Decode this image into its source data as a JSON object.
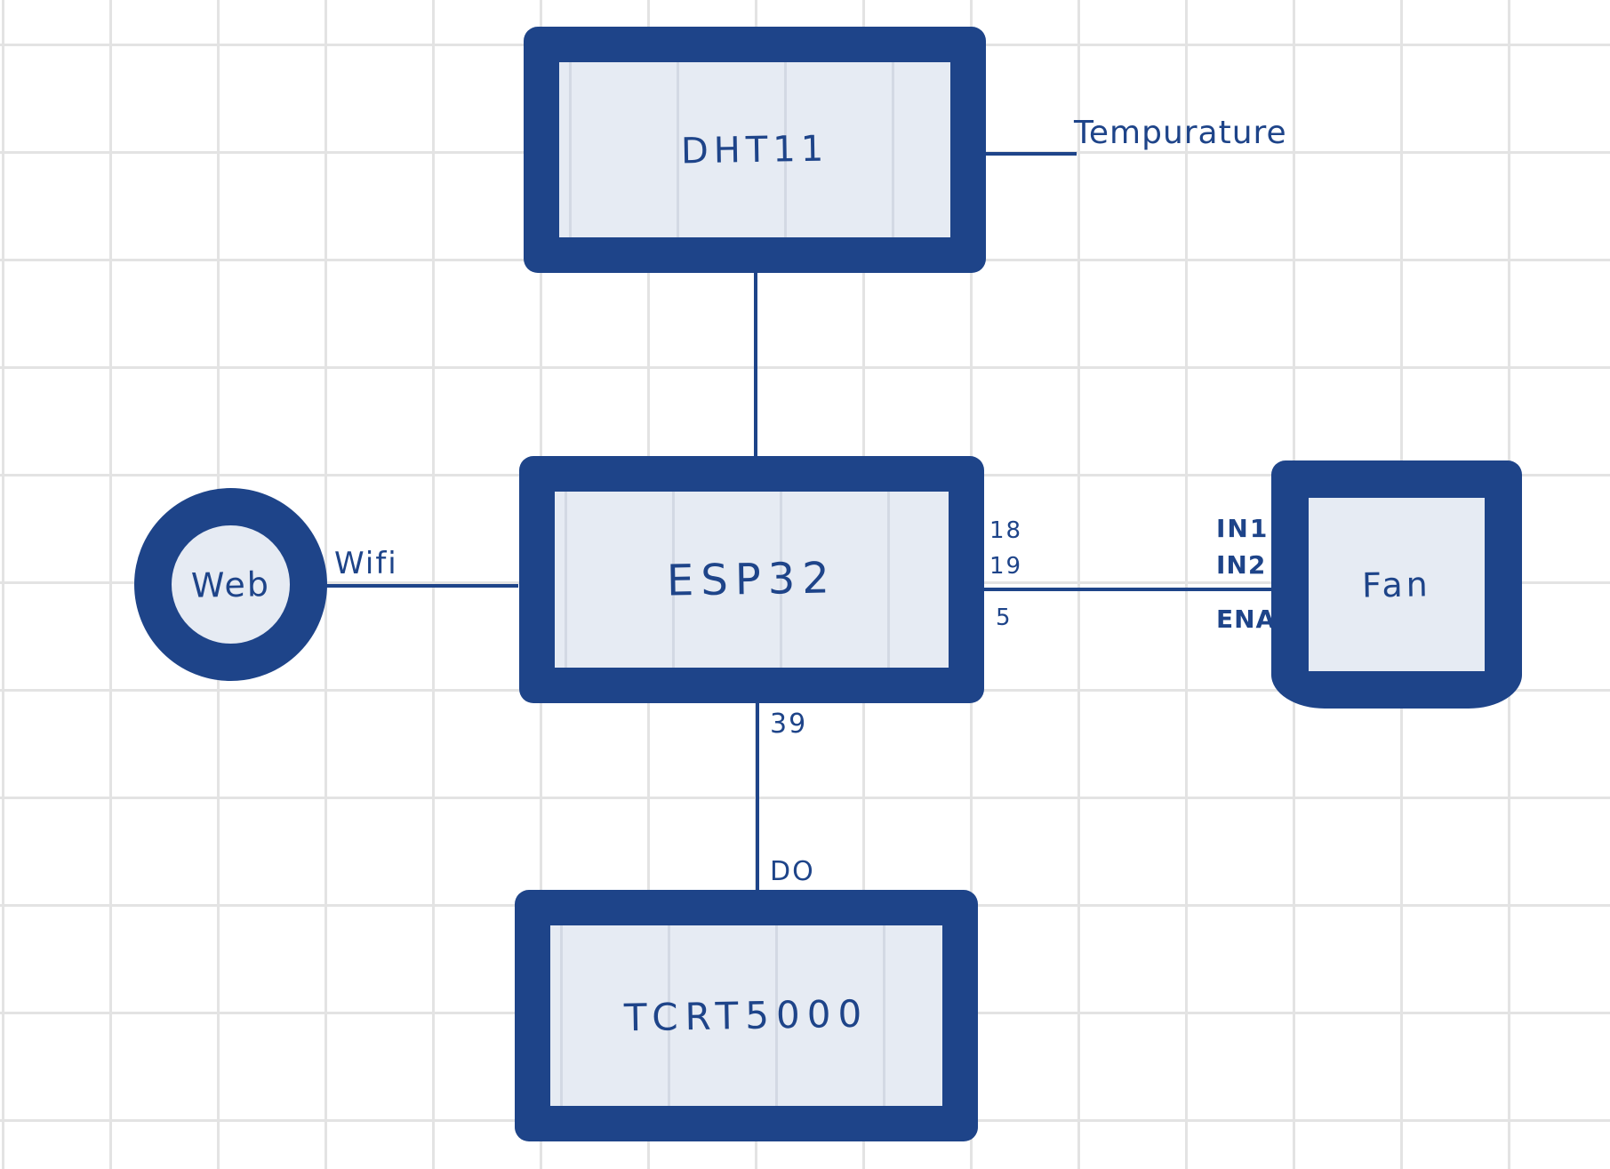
{
  "nodes": {
    "dht11": "DHT11",
    "esp32": "ESP32",
    "tcrt5000": "TCRT5000",
    "fan": "Fan",
    "web": "Web"
  },
  "labels": {
    "temperature": "Tempurature",
    "wifi": "Wifi",
    "pin_18": "18",
    "pin_19": "19",
    "pin_5": "5",
    "in1": "IN1",
    "in2": "IN2",
    "ena": "ENA",
    "pin_39": "39",
    "do": "DO"
  },
  "colors": {
    "stroke": "#1e4489",
    "fill": "#e6ebf3",
    "grid": "#e3e3e3"
  }
}
